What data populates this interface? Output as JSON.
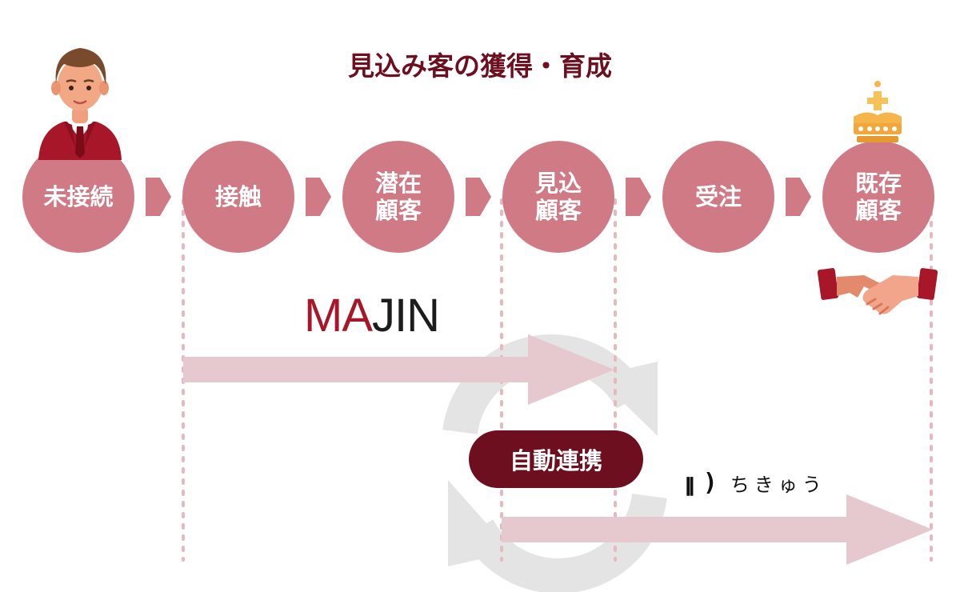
{
  "title": "見込み客の獲得・育成",
  "stages": [
    {
      "label": "未接続"
    },
    {
      "label": "接触"
    },
    {
      "label": "潜在\n顧客"
    },
    {
      "label": "見込\n顧客"
    },
    {
      "label": "受注"
    },
    {
      "label": "既存\n顧客"
    }
  ],
  "logos": {
    "majin": {
      "part1": "MA",
      "part2": "JIN"
    },
    "chikyu": {
      "face": "ꞁꞁ )",
      "word": "ちきゅう"
    }
  },
  "integration": {
    "label": "自動連携"
  },
  "colors": {
    "title": "#6e0f1f",
    "stage_fill": "#d07a86",
    "arrow_fill": "#e5c9ce",
    "pill_fill": "#6e0f1f",
    "dotted_line": "#e6b9c1",
    "sync_icon": "#e4e4e4"
  },
  "icons": [
    "businessman-avatar-icon",
    "crown-icon",
    "handshake-icon",
    "sync-cycle-icon",
    "chevron-right-icon"
  ]
}
